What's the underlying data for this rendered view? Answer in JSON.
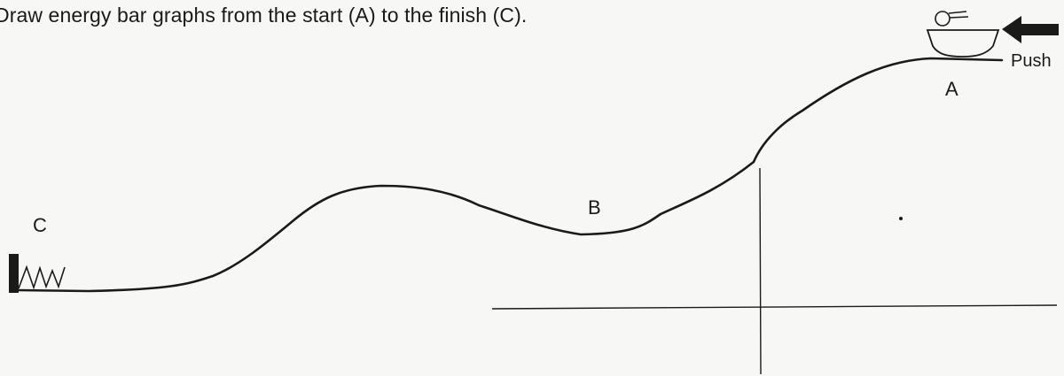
{
  "instruction": "Draw energy bar graphs from the start (A) to the finish (C).",
  "labels": {
    "a": "A",
    "b": "B",
    "c": "C",
    "push": "Push"
  },
  "icons": {
    "cart": "cart-with-ball-icon",
    "arrow": "push-arrow-icon",
    "spring": "spring-icon",
    "wall": "wall-icon"
  },
  "colors": {
    "ink": "#1a1a1a",
    "paper": "#f7f7f5"
  }
}
